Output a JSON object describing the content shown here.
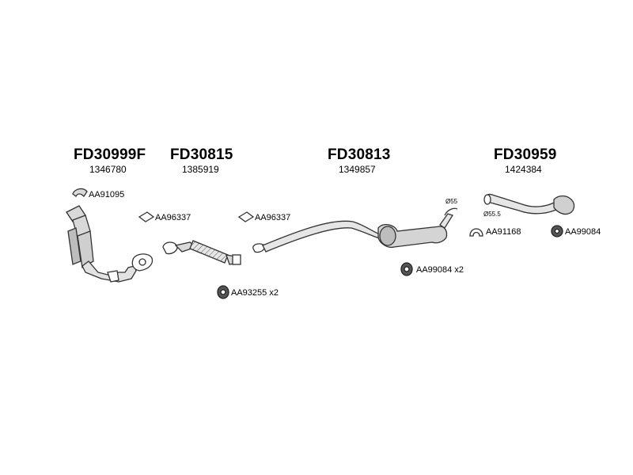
{
  "parts": [
    {
      "code": "FD30999F",
      "ref": "1346780"
    },
    {
      "code": "FD30815",
      "ref": "1385919"
    },
    {
      "code": "FD30813",
      "ref": "1349857"
    },
    {
      "code": "FD30959",
      "ref": "1424384"
    }
  ],
  "accessories": [
    {
      "code": "AA91095",
      "icon": "clamp-icon"
    },
    {
      "code": "AA96337",
      "icon": "gasket-icon"
    },
    {
      "code": "AA96337",
      "icon": "gasket-icon"
    },
    {
      "code": "AA93255 x2",
      "icon": "rubber-mount-icon"
    },
    {
      "code": "AA99084 x2",
      "icon": "rubber-mount-icon"
    },
    {
      "code": "AA91168",
      "icon": "u-clamp-icon"
    },
    {
      "code": "AA99084",
      "icon": "rubber-mount-icon"
    }
  ],
  "dimensions": [
    "Ø55",
    "Ø55.5"
  ],
  "colors": {
    "line": "#333333",
    "fill": "#d9d9d9",
    "ink": "#000000"
  }
}
